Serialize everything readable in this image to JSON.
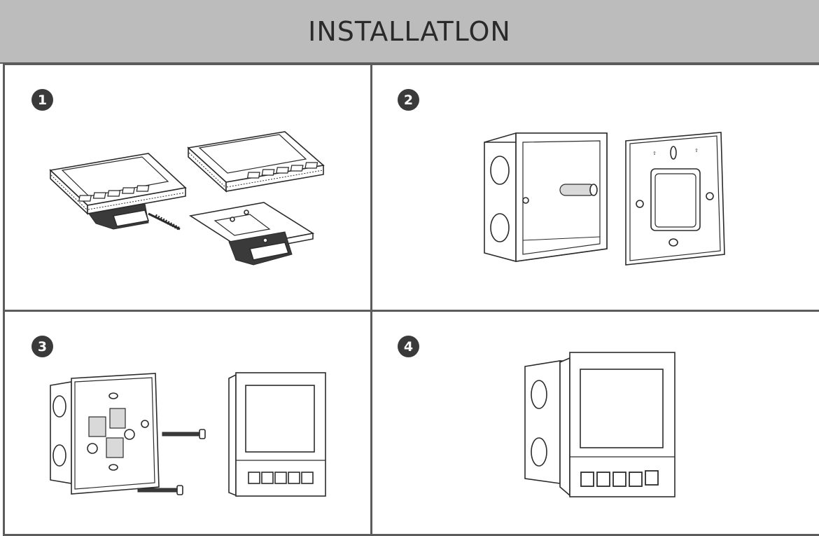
{
  "header": {
    "title": "INSTALLATLON"
  },
  "steps": [
    {
      "number": "1"
    },
    {
      "number": "2"
    },
    {
      "number": "3"
    },
    {
      "number": "4"
    }
  ],
  "icons": {
    "step1": "thermostat-unscrew-illustration",
    "step2": "junction-box-and-mounting-plate-illustration",
    "step3": "screw-plate-to-box-illustration",
    "step4": "mounted-thermostat-illustration"
  },
  "colors": {
    "header_bg": "#bcbcbc",
    "border": "#5c5c5c",
    "badge": "#3a3a3a"
  }
}
